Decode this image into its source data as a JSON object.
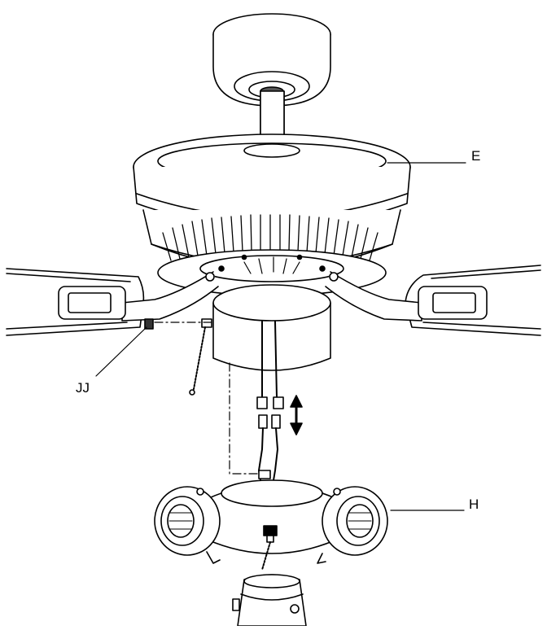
{
  "labels": {
    "E": "E",
    "H": "H",
    "JJ": "JJ"
  },
  "colors": {
    "line": "#000000",
    "fill": "#ffffff"
  }
}
